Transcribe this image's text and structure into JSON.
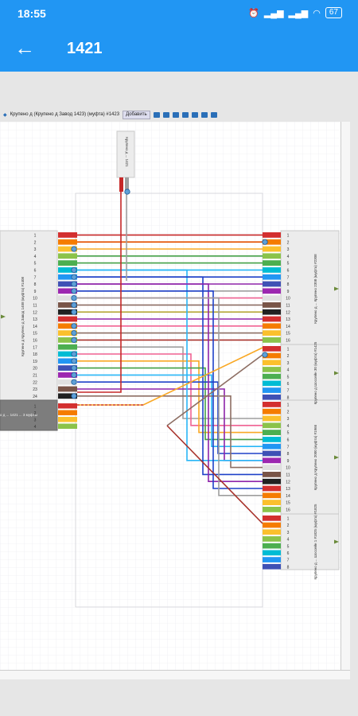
{
  "status_bar": {
    "time": "18:55",
    "battery": "67"
  },
  "app_bar": {
    "title": "1421"
  },
  "toolbar": {
    "breadcrumb": "Крупено д (Крупено д Завод 1423) (муфта) #1423",
    "button_label": "Добавить"
  },
  "diagram": {
    "top_box_label": "Крупено д ... 1421",
    "left_box_1_label": "Крупено д Крупено д Завод 1408 (муфта) #1408",
    "left_box_2_label": "Крупено д ... 1421 ... 3 муфты",
    "right_box_1_label": "Крупено д ... Крупено 2308 (муфта) #2308",
    "right_box_2_label": "Крупено д Шоссейн 30 (муфта) #1425",
    "right_box_3_label": "Крупено д Крупено 2000 (муфта) #1966",
    "right_box_4_label": "Крупено д ... Шоссейн 1 #1825 (муфта) #1825",
    "left_numbers": [
      "1",
      "2",
      "3",
      "4",
      "5",
      "6",
      "7",
      "8",
      "9",
      "10",
      "11",
      "12",
      "13",
      "14",
      "15",
      "16",
      "17",
      "18",
      "19",
      "20",
      "21",
      "22",
      "23",
      "24"
    ],
    "left_box_2_numbers": [
      "1",
      "2",
      "3",
      "4"
    ],
    "right_box_1_numbers": [
      "1",
      "2",
      "3",
      "4",
      "5",
      "6",
      "7",
      "8",
      "9",
      "10",
      "11",
      "12",
      "13",
      "14",
      "15",
      "16"
    ],
    "right_box_2_numbers": [
      "1",
      "2",
      "3",
      "4",
      "5",
      "6",
      "7",
      "8"
    ],
    "right_box_3_numbers": [
      "1",
      "2",
      "3",
      "4",
      "5",
      "6",
      "7",
      "8",
      "9",
      "10",
      "11",
      "12",
      "13",
      "14",
      "15",
      "16"
    ],
    "right_box_4_numbers": [
      "1",
      "2",
      "3",
      "4",
      "5",
      "6",
      "7",
      "8"
    ],
    "fiber_colors": [
      "#d32f2f",
      "#f57c00",
      "#fbc02d",
      "#8bc34a",
      "#4caf50",
      "#00bcd4",
      "#2196f3",
      "#3f51b5",
      "#9c27b0",
      "#e0e0e0",
      "#795548",
      "#212121"
    ],
    "wire_colors": {
      "red": "#c62828",
      "orange": "#e65100",
      "yellow": "#f9a825",
      "green": "#43a047",
      "lightblue": "#29b6f6",
      "blue": "#1e40c8",
      "violet": "#8e24aa",
      "brown": "#8d6e63",
      "gray": "#9e9e9e",
      "pink": "#f06292",
      "olive": "#b7a93a",
      "darkred": "#a8322b"
    }
  }
}
